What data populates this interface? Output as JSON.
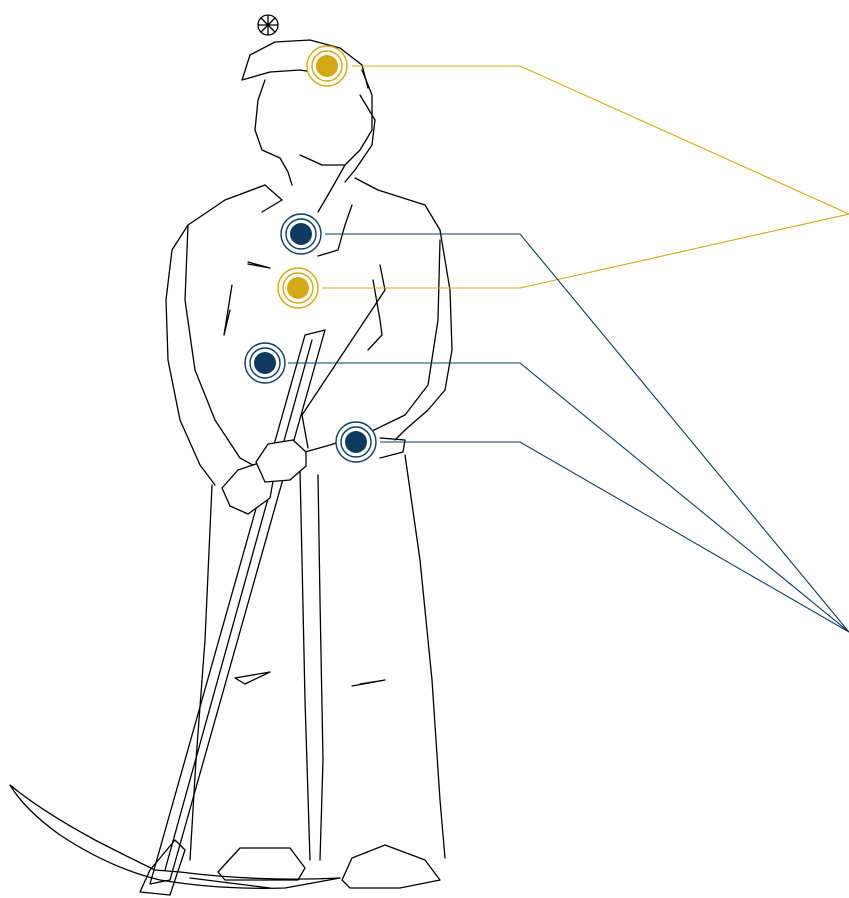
{
  "colors": {
    "outline": "#000000",
    "background": "#ffffff",
    "gold": "#d4a815",
    "navy": "#0e3a5f"
  },
  "icons": {
    "figure": "female-miner-with-pickaxe-line-drawing",
    "hotspot": "concentric-circle-marker-icon"
  },
  "hotspots": [
    {
      "id": "helmet-lamp",
      "color": "gold"
    },
    {
      "id": "collar",
      "color": "navy"
    },
    {
      "id": "chest",
      "color": "gold"
    },
    {
      "id": "left-waist",
      "color": "navy"
    },
    {
      "id": "right-hip",
      "color": "navy"
    }
  ]
}
